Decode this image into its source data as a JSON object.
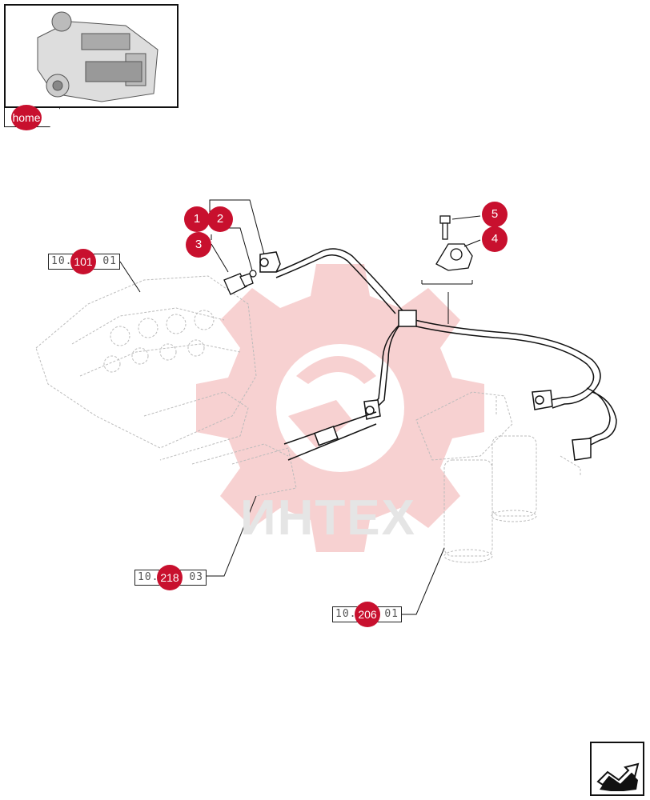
{
  "home": {
    "label": "home"
  },
  "callouts": [
    "1",
    "2",
    "3",
    "4",
    "5"
  ],
  "refs": [
    {
      "prefix": "10.",
      "number": "101",
      "suffix": "01"
    },
    {
      "prefix": "10.",
      "number": "218",
      "suffix": "03"
    },
    {
      "prefix": "10.",
      "number": "206",
      "suffix": "01"
    }
  ],
  "watermark": {
    "text": "ИНТЕХ"
  },
  "colors": {
    "callout": "#c8102e",
    "line": "#111111",
    "ghost": "#bbbbbb",
    "watermark": "#f6c9c9"
  },
  "icons": {
    "next": "next-page-arrow-icon",
    "thumbnail": "engine-thumbnail-icon"
  }
}
